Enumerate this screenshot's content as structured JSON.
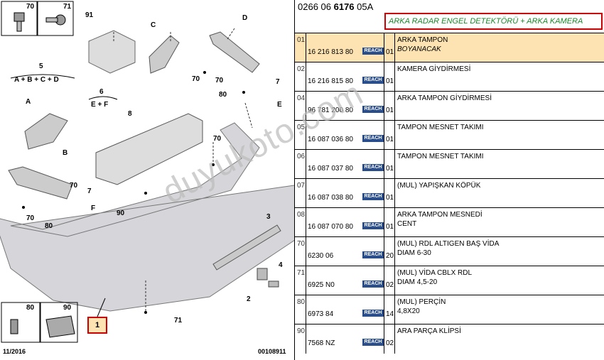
{
  "header": {
    "prefix": "0266 06 ",
    "bold": "6176",
    "suffix": " 05A"
  },
  "banner": "ARKA RADAR ENGEL DETEKTÖRÜ + ARKA KAMERA",
  "reach_label": "REACH",
  "rows": [
    {
      "n": "01",
      "code": "16 216 813 80",
      "q": "01",
      "desc": "ARKA TAMPON",
      "sub": "BOYANACAK",
      "sub_italic": true,
      "selected": true
    },
    {
      "n": "02",
      "code": "16 216 815 80",
      "q": "01",
      "desc": "KAMERA GİYDİRMESİ",
      "sub": ""
    },
    {
      "n": "04",
      "code": "96 781 200 80",
      "q": "01",
      "desc": "ARKA TAMPON GİYDİRMESİ",
      "sub": ""
    },
    {
      "n": "05",
      "code": "16 087 036 80",
      "q": "01",
      "desc": "TAMPON MESNET TAKIMI",
      "sub": ""
    },
    {
      "n": "06",
      "code": "16 087 037 80",
      "q": "01",
      "desc": "TAMPON MESNET TAKIMI",
      "sub": ""
    },
    {
      "n": "07",
      "code": "16 087 038 80",
      "q": "01",
      "desc": "(MUL) YAPIŞKAN KÖPÜK",
      "sub": ""
    },
    {
      "n": "08",
      "code": "16 087 070 80",
      "q": "01",
      "desc": "ARKA TAMPON MESNEDİ",
      "sub": "CENT"
    },
    {
      "n": "70",
      "code": "6230 06",
      "q": "20",
      "desc": "(MUL) RDL ALTIGEN BAŞ VİDA",
      "sub": "DIAM 6-30"
    },
    {
      "n": "71",
      "code": "6925 N0",
      "q": "02",
      "desc": "(MUL) VİDA CBLX RDL",
      "sub": "DIAM 4,5-20"
    },
    {
      "n": "80",
      "code": "6973 84",
      "q": "14",
      "desc": "(MUL) PERÇİN",
      "sub": "4,8X20"
    },
    {
      "n": "90",
      "code": "7568 NZ",
      "q": "02",
      "desc": "ARA PARÇA KLİPSİ",
      "sub": ""
    }
  ],
  "diagram": {
    "labels": {
      "l70a": "70",
      "l71a": "71",
      "l91": "91",
      "lC": "C",
      "lD": "D",
      "l5": "5",
      "l5sub": "A + B + C + D",
      "l70b": "70",
      "l70c": "70",
      "l7a": "7",
      "l80a": "80",
      "lE": "E",
      "l6": "6",
      "l6sub": "E + F",
      "lA": "A",
      "l8": "8",
      "lB": "B",
      "l70d": "70",
      "l70e": "70",
      "l7b": "7",
      "lF": "F",
      "l90": "90",
      "l70f": "70",
      "l80b": "80",
      "l3": "3",
      "l4": "4",
      "l2": "2",
      "l71b": "71",
      "l80c": "80",
      "l90b": "90"
    },
    "callout": "1",
    "date": "11/2016",
    "ref": "00108911"
  },
  "watermark": "duyukoto.com"
}
